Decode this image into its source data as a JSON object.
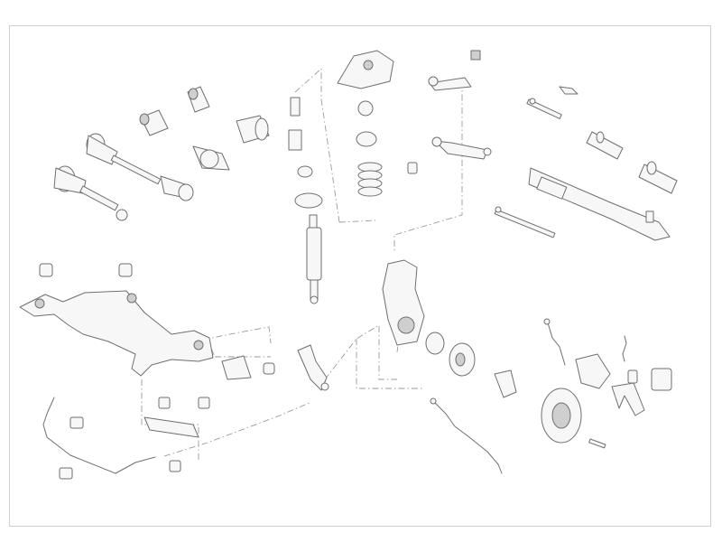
{
  "diagram": {
    "kind": "exploded front suspension and steering parts drawing",
    "colors": {
      "outline": "#6f6f6f",
      "fill": "#f7f7f7",
      "shade": "#cfcfcf",
      "leader": "#9a9a9a",
      "frame": "#cfcfcf"
    },
    "part_groups": [
      "drive-shafts",
      "cv-boots",
      "strut-mount",
      "coil-spring",
      "shock-absorber",
      "upper-control-arms",
      "tie-rods",
      "steering-rack",
      "steering-boots",
      "subframe",
      "stabilizer-bar",
      "wheel-hub",
      "brake-disc",
      "brake-caliper",
      "brake-pads",
      "abs-sensors"
    ]
  }
}
